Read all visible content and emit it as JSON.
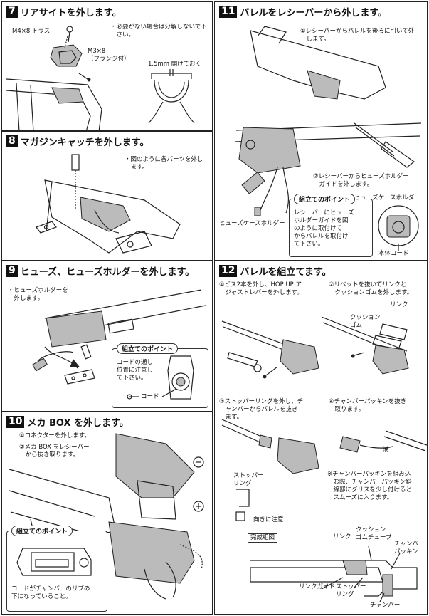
{
  "step7": {
    "num": "7",
    "title": "リアサイトを外します。",
    "label_screw1": "M4×8 トラス",
    "label_screw2": "M3×8\n（フランジ付）",
    "note": "・必要がない場合は分解しないで下\n　さい。",
    "gap_label": "1.5mm 開けておく"
  },
  "step8": {
    "num": "8",
    "title": "マガジンキャッチを外します。",
    "note": "・図のように各パーツを外し\n　ます。"
  },
  "step9": {
    "num": "9",
    "title": "ヒューズ、ヒューズホルダーを外します。",
    "note": "・ヒューズホルダーを\n　外します。",
    "tip_title": "組立てのポイント",
    "tip_text": "コードの通し\n位置に注意し\nて下さい。",
    "cord_label": "コード"
  },
  "step10": {
    "num": "10",
    "title": "メカ BOX を外します。",
    "item1": "①コネクターを外します。",
    "item2": "②メカ BOX をレシーバー\n　から抜き取ります。",
    "tip_title": "組立てのポイント",
    "tip_text": "コードがチャンバーのリブの\n下になっていること。"
  },
  "step11": {
    "num": "11",
    "title": "バレルをレシーバーから外します。",
    "item1": "①レシーバーからバレルを後ろに引いて外\n　します。",
    "item2": "②レシーバーからヒューズホルダー\n　ガイドを外します。",
    "fuse_case_holder": "ヒューズケースホルダー",
    "tip_title": "組立てのポイント",
    "tip_text": "レシーバーにヒューズ\nホルダーガイドを図\nのように取付けて\nからバレルを取付け\nて下さい。",
    "fuse_case_holder2": "ヒューズケースホルダー",
    "body_cord": "本体コード"
  },
  "step12": {
    "num": "12",
    "title": "バレルを組立てます。",
    "item1": "①ビス2本を外し、HOP UP ア\n　ジャストレバーを外します。",
    "item2": "②リベットを抜いてリンクと\n　クッションゴムを外します。",
    "link": "リンク",
    "cushion_rubber": "クッション\nゴム",
    "item3": "③ストッパーリングを外し、チ\n　ャンバーからバレルを抜き\n　ます。",
    "item4": "④チャンバーパッキンを抜き\n　取ります。",
    "groove": "溝",
    "stopper_ring": "ストッパー\nリング",
    "direction_note": "向きに注意",
    "packing_note": "※チャンバーパッキンを組み込\n　む際、チャンバーパッキン斜\n　線部にグリスを少し付けると\n　スムーズに入ります。",
    "completed": "完成組図",
    "lbl_cushion_tube": "クッション\nゴムチューブ",
    "lbl_link": "リンク",
    "lbl_chamber_packing": "チャンバー\nパッキン",
    "lbl_link_guide": "リンクガイド",
    "lbl_stopper_ring": "ストッパー\nリング",
    "lbl_chamber": "チャンバー"
  }
}
